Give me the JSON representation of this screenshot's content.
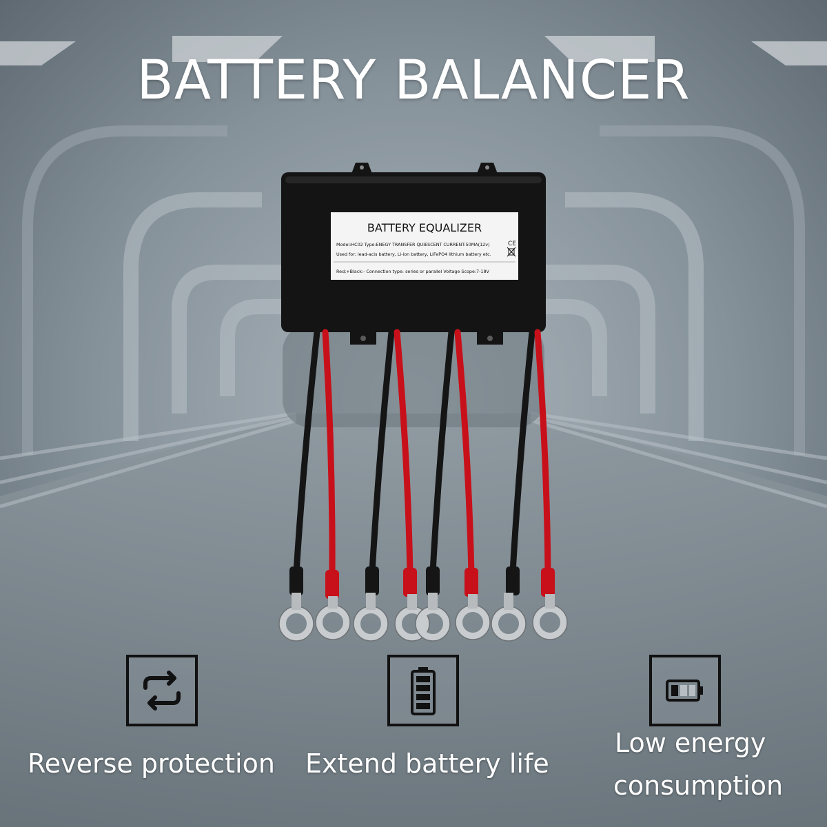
{
  "headline": "BATTERY BALANCER",
  "device": {
    "label_title": "BATTERY EQUALIZER",
    "label_line1": "Model:HC02  Type:ENEGY TRANSFER  QUIESCENT CURRENT:50MA(12v)",
    "label_line2": "Used for: lead-acis battery, Li-ion battery, LiFePO4 lithium battery etc.",
    "label_line3": "Red;+Black:- Connection type: series or parallel Voltage Scope:7-18V",
    "label_mark": "CE"
  },
  "features": [
    {
      "label": "Reverse protection",
      "icon": "swap-arrows-icon"
    },
    {
      "label": "Extend battery life",
      "icon": "battery-full-icon"
    },
    {
      "label_line1": "Low energy",
      "label_line2": "consumption",
      "icon": "battery-low-icon"
    }
  ],
  "colors": {
    "background": "#7f8a92",
    "device_body": "#141414",
    "wire_red": "#c8101a",
    "wire_black": "#151515",
    "icon_stroke": "#111111"
  }
}
